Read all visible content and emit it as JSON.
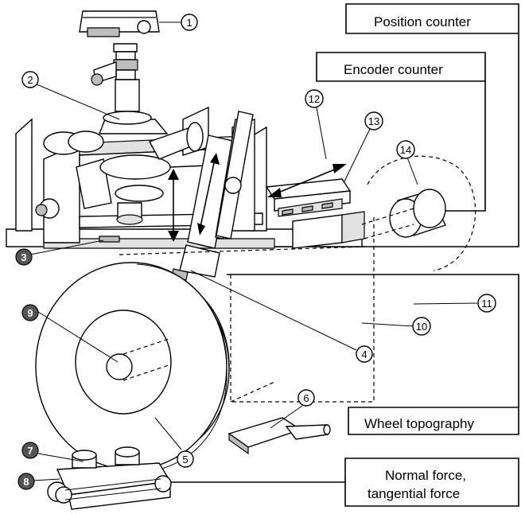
{
  "boxes": {
    "position_counter": "Position counter",
    "encoder_counter": "Encoder counter",
    "wheel_topography": "Wheel topography",
    "force_line1": "Normal force,",
    "force_line2": "tangential force"
  },
  "callouts": [
    "1",
    "2",
    "3",
    "4",
    "5",
    "6",
    "7",
    "8",
    "9",
    "10",
    "11",
    "12",
    "13",
    "14"
  ]
}
